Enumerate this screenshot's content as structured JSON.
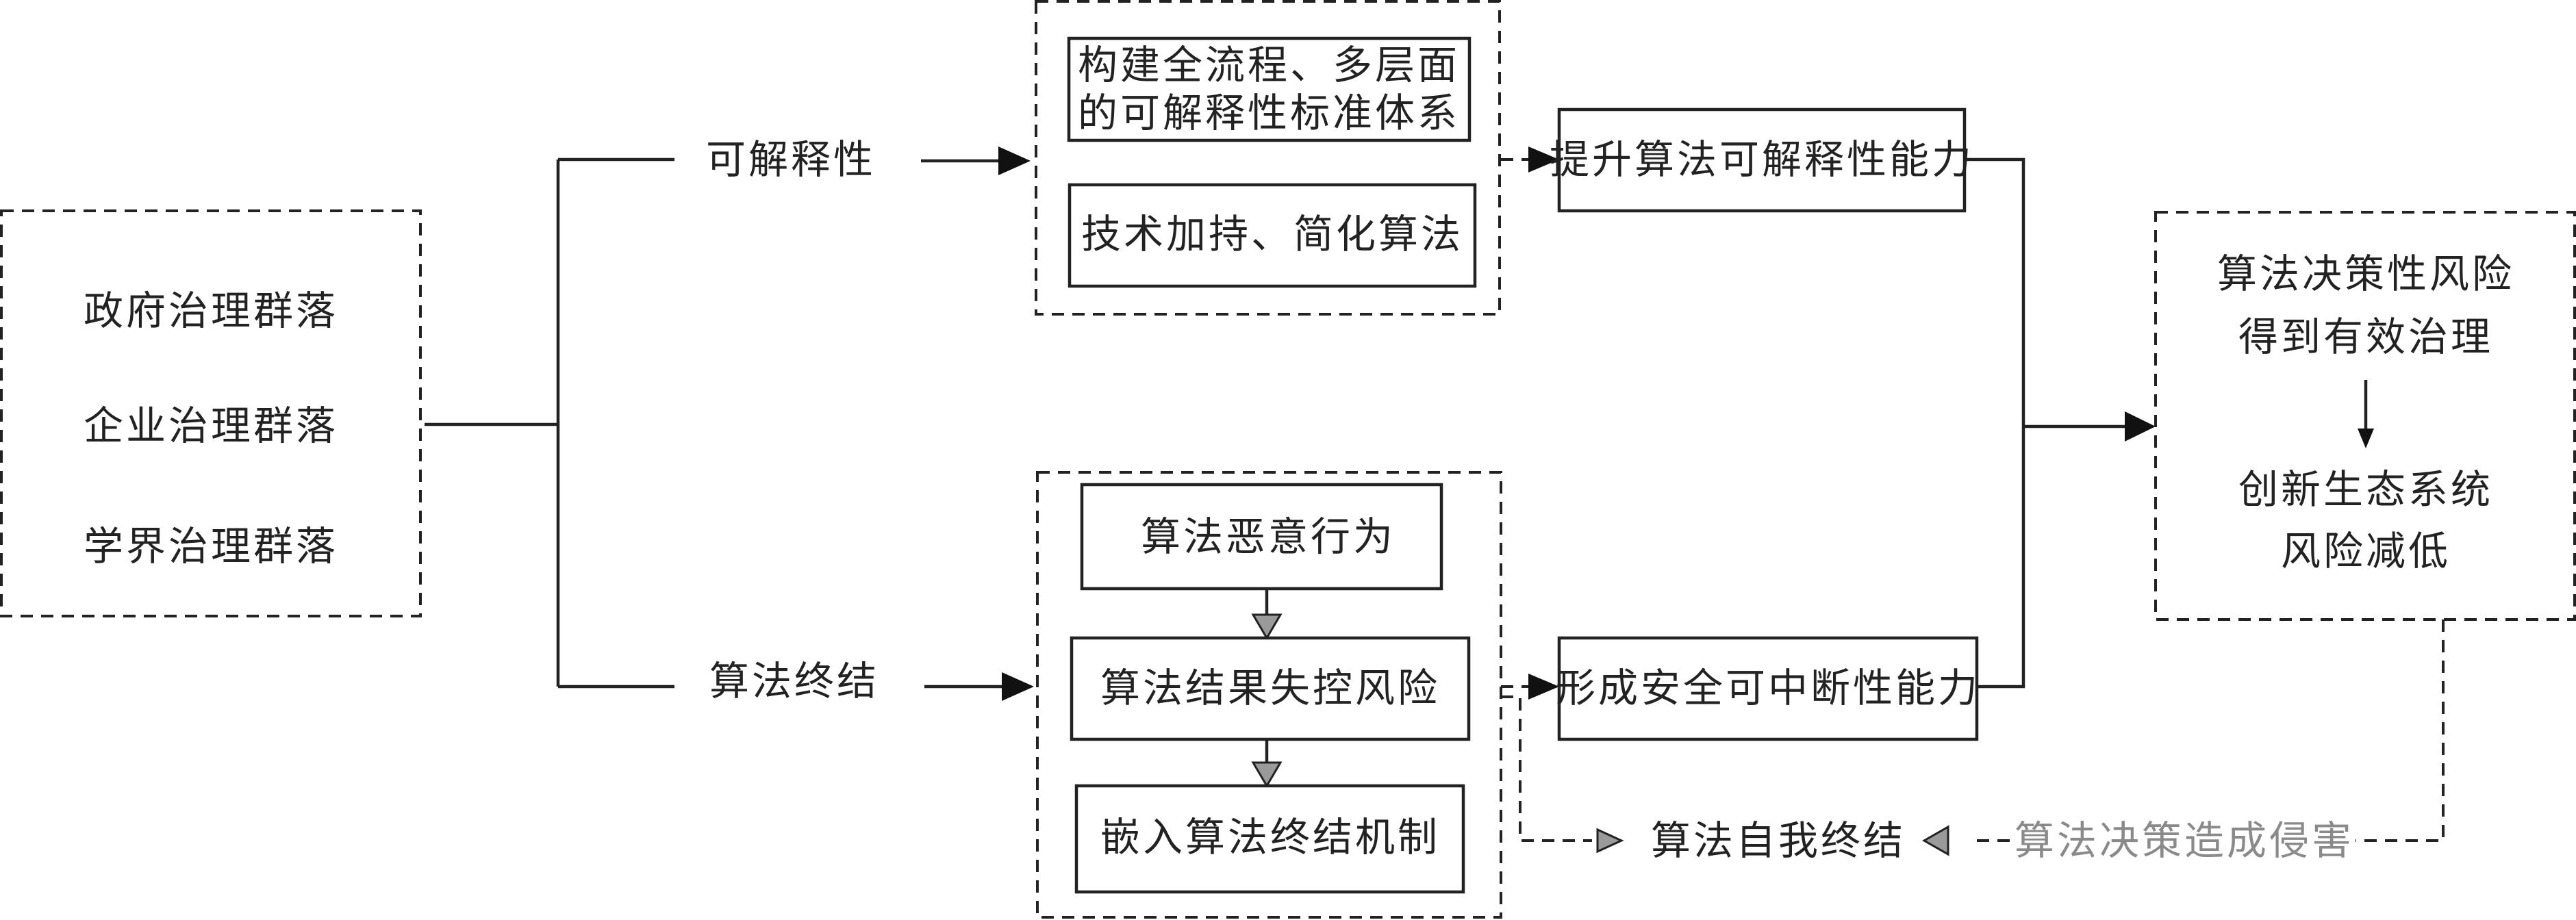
{
  "nodes": {
    "gov": "政府治理群落",
    "ent": "企业治理群落",
    "aca": "学界治理群落",
    "explainability": "可解释性",
    "termination": "算法终结",
    "standard_line1": "构建全流程、多层面",
    "standard_line2": "的可解释性标准体系",
    "simplify": "技术加持、简化算法",
    "malicious": "算法恶意行为",
    "outofcontrol": "算法结果失控风险",
    "embed": "嵌入算法终结机制",
    "improve": "提升算法可解释性能力",
    "interrupt": "形成安全可中断性能力",
    "result_line1": "算法决策性风险",
    "result_line2": "得到有效治理",
    "eco_line1": "创新生态系统",
    "eco_line2": "风险减低",
    "self_termination": "算法自我终结",
    "harm": "算法决策造成侵害"
  }
}
